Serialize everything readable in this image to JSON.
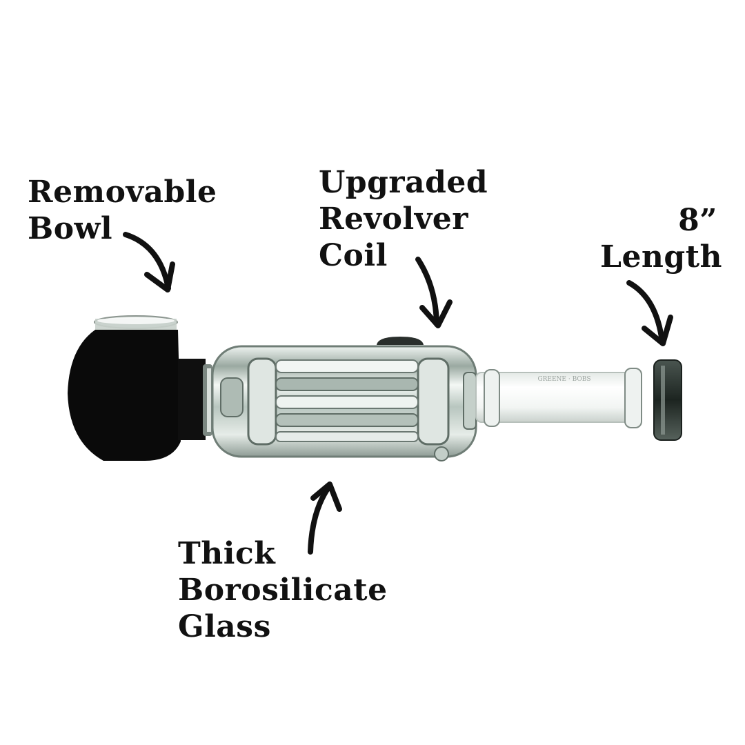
{
  "callouts": {
    "bowl": {
      "line1": "Removable",
      "line2": "Bowl"
    },
    "coil": {
      "line1": "Upgraded",
      "line2": "Revolver",
      "line3": "Coil"
    },
    "length": {
      "line1": "8”",
      "line2": "Length"
    },
    "glass": {
      "line1": "Thick",
      "line2": "Borosilicate",
      "line3": "Glass"
    }
  },
  "product": {
    "engraving": "GREENE · BOBS"
  },
  "colors": {
    "text": "#111111",
    "glass_tint": "#c9d4ce",
    "bowl": "#0a0a0a",
    "background": "#ffffff"
  },
  "icons": [
    "curved-arrow-icon"
  ]
}
